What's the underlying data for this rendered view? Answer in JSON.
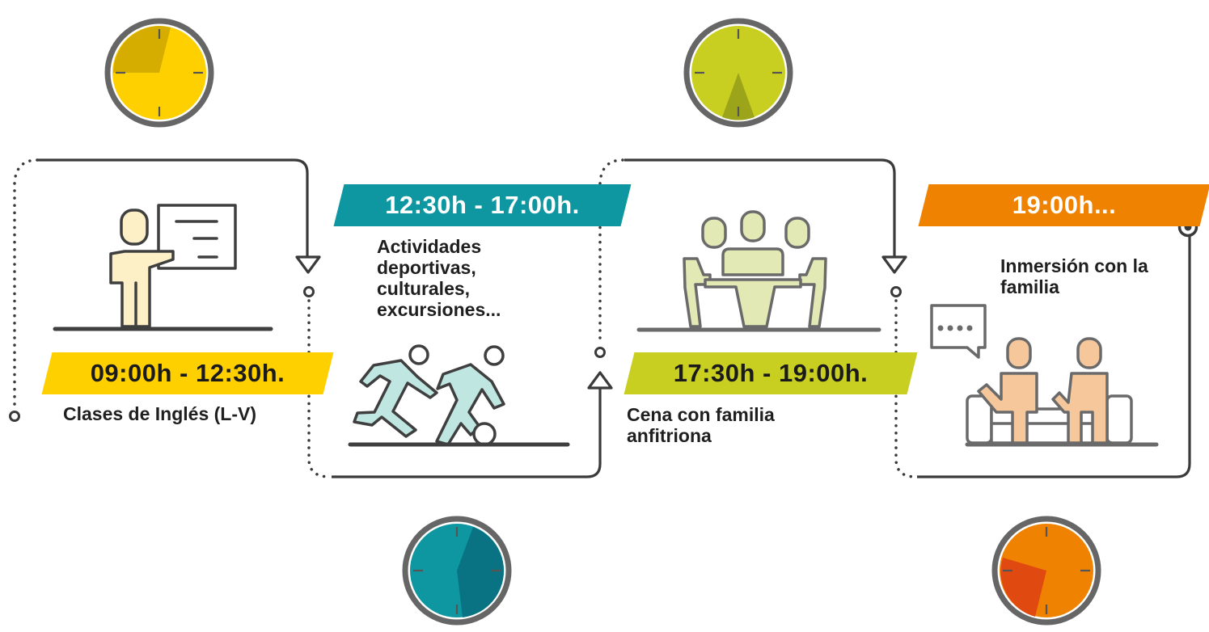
{
  "colors": {
    "yellow": "#ffd000",
    "teal": "#0e97a0",
    "lime": "#c8cf20",
    "orange": "#ef8200",
    "line": "#3a3a3a",
    "clock_ring": "#666666"
  },
  "steps": [
    {
      "time": "09:00h - 12:30h.",
      "description": "Clases de Inglés (L-V)",
      "icon": "teacher-board-icon",
      "color": "#ffd000"
    },
    {
      "time": "12:30h - 17:00h.",
      "description": "Actividades deportivas, culturales, excursiones...",
      "icon": "soccer-players-icon",
      "color": "#0e97a0"
    },
    {
      "time": "17:30h - 19:00h.",
      "description": "Cena con familia anfitriona",
      "icon": "family-dinner-icon",
      "color": "#c8cf20"
    },
    {
      "time": "19:00h...",
      "description": "Inmersión con la familia",
      "icon": "family-conversation-icon",
      "color": "#ef8200"
    }
  ]
}
